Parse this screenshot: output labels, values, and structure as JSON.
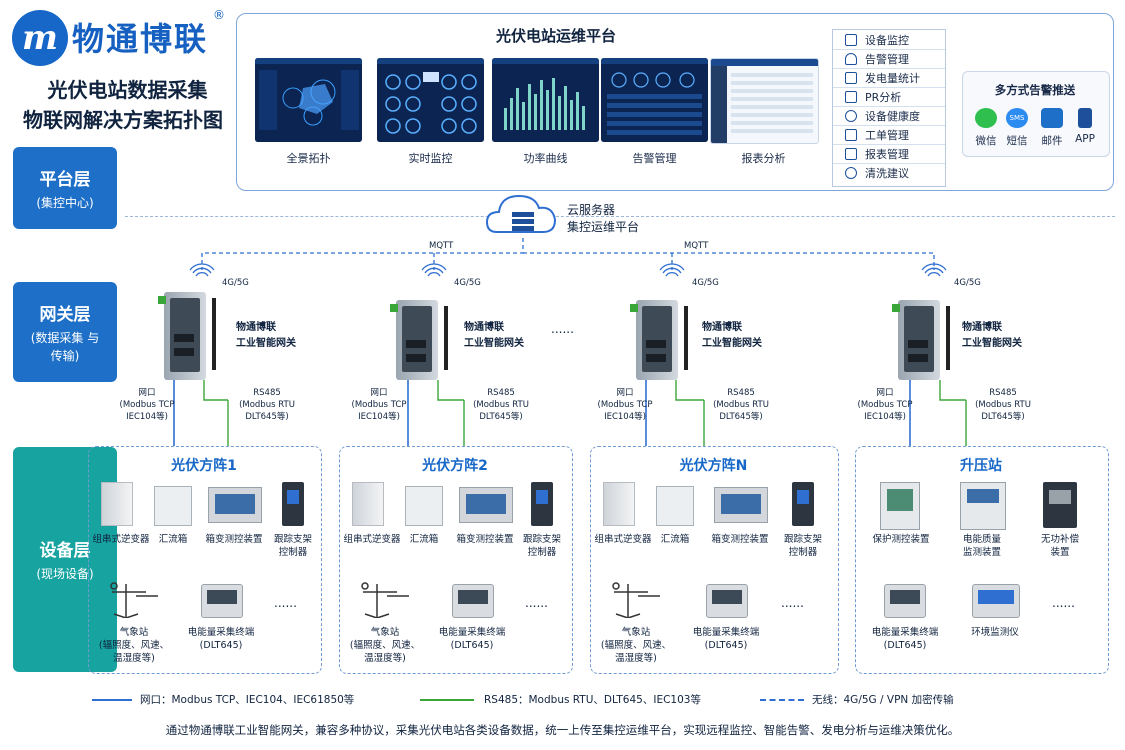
{
  "brand": {
    "logo_glyph": "m",
    "name": "物通博联",
    "reg": "®"
  },
  "title": {
    "line1": "光伏电站数据采集",
    "line2": "物联网解决方案拓扑图"
  },
  "layers": [
    {
      "name": "平台层",
      "sub": "(集控中心)"
    },
    {
      "name": "网关层",
      "sub": "(数据采集 与传输)"
    },
    {
      "name": "设备层",
      "sub": "(现场设备)"
    }
  ],
  "platform": {
    "title": "光伏电站运维平台",
    "screens": [
      "全景拓扑",
      "实时监控",
      "功率曲线",
      "告警管理",
      "报表分析"
    ],
    "menu": [
      "设备监控",
      "告警管理",
      "发电量统计",
      "PR分析",
      "设备健康度",
      "工单管理",
      "报表管理",
      "清洗建议"
    ],
    "push": {
      "title": "多方式告警推送",
      "channels": [
        "微信",
        "短信",
        "邮件",
        "APP"
      ],
      "sms_badge": "SMS"
    }
  },
  "cloud": {
    "line1": "云服务器",
    "line2": "集控运维平台",
    "protocol_left": "MQTT",
    "protocol_right": "MQTT"
  },
  "gateway": {
    "net_label": "4G/5G",
    "name1": "物通博联",
    "name2": "工业智能网关",
    "ellipsis": "......",
    "port_net": [
      "网口",
      "(Modbus TCP",
      "IEC104等)"
    ],
    "port_rs485": [
      "RS485",
      "(Modbus RTU",
      "DLT645等)"
    ]
  },
  "groups": [
    {
      "title": "光伏方阵1"
    },
    {
      "title": "光伏方阵2"
    },
    {
      "title": "光伏方阵N"
    },
    {
      "title": "升压站"
    }
  ],
  "array_devices": {
    "inverter": "组串式逆变器",
    "combiner": "汇流箱",
    "transformer": "箱变测控装置",
    "tracker": [
      "跟踪支架",
      "控制器"
    ],
    "weather": [
      "气象站",
      "(辐照度、风速、",
      "温湿度等)"
    ],
    "meter": [
      "电能量采集终端",
      "(DLT645)"
    ],
    "ellipsis": "......"
  },
  "substation_devices": {
    "protection": "保护测控装置",
    "quality": [
      "电能质量",
      "监测装置"
    ],
    "reactive": [
      "无功补偿",
      "装置"
    ],
    "meter": [
      "电能量采集终端",
      "(DLT645)"
    ],
    "env": "环境监测仪",
    "ellipsis": "......"
  },
  "legend": {
    "net": "网口：Modbus TCP、IEC104、IEC61850等",
    "rs485": "RS485：Modbus RTU、DLT645、IEC103等",
    "wireless": "无线：4G/5G / VPN 加密传输",
    "colors": {
      "net": "#2f6fd1",
      "rs485": "#3aa63a",
      "wireless": "#2f6fd1"
    }
  },
  "footer": "通过物通博联工业智能网关，兼容多种协议，采集光伏电站各类设备数据，统一上传至集控运维平台，实现远程监控、智能告警、发电分析与运维决策优化。"
}
